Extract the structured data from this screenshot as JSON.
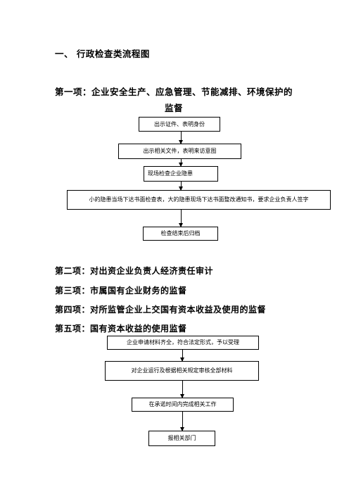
{
  "section_title": "一、 行政检查类流程图",
  "item1": {
    "title_line1": "第一项：企业安全生产、应急管理、节能减排、环境保护的",
    "title_line2": "监督",
    "steps": [
      "出示证件、表明身份",
      "出示相关文件，表明来访意图",
      "现场检查企业隐患",
      "小的隐患当场下达书面检查表，大的隐患现场下达书面整改通知书，要求企业负责人签字",
      "检查结束后归档"
    ]
  },
  "item2": "第二项：对出资企业负责人经济责任审计",
  "item3": "第三项：市属国有企业财务的监督",
  "item4": "第四项：对所监管企业上交国有资本收益及使用的监督",
  "item5": {
    "title": "第五项：国有资本收益的使用监督",
    "steps": [
      "企业申请材料齐全，符合法定形式，予以受理",
      "对企业运行及根据相关规定审核全部材料",
      "在承诺时间内完成相关工作",
      "报相关部门"
    ]
  }
}
